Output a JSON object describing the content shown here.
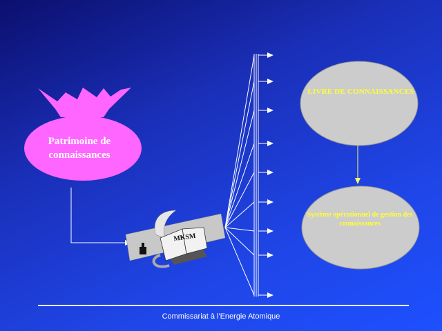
{
  "diagram": {
    "patrimoine_label": "Patrimoine de connaissances",
    "livre_label": "LIVRE DE CONNAISSANCES",
    "systeme_label": "Système opérationnel de gestion des connaissances",
    "book_label": "MKSM"
  },
  "footer": {
    "text": "Commissariat à l'Energie Atomique"
  },
  "colors": {
    "bag_fill": "#ff66ff",
    "ellipse_fill": "#cccccc",
    "ellipse_text": "#ffff33",
    "connector_yellow": "#ffff66",
    "lines_white": "#ffffff"
  }
}
